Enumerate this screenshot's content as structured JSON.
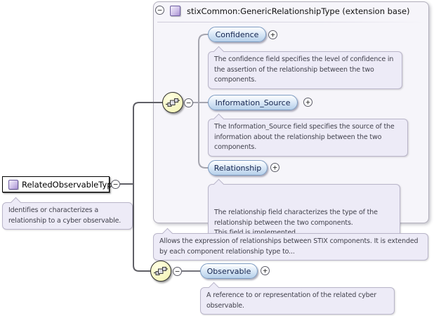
{
  "glyphs": {
    "collapse": "−",
    "expand": "+"
  },
  "icons": {
    "complex_type": "purple-gradient-square",
    "sequence": "yellow-circle-chain",
    "collapse": "minus-in-circle",
    "expand": "plus-in-circle"
  },
  "colors": {
    "panel_fill": "#f6f5fa",
    "doc_fill": "#edebf7",
    "pill_fill": "#b6d0ea",
    "pill_border": "#7d9cc2",
    "sequence_fill": "#f6f6bf",
    "type_icon_fill": "#a990d2"
  },
  "root": {
    "label": "RelatedObservableType",
    "doc": "Identifies or characterizes a relationship to a cyber observable."
  },
  "extension": {
    "title": "stixCommon:GenericRelationshipType (extension base)",
    "annotation": "Allows the expression of relationships between STIX components. It is extended by each component relationship type to...",
    "elements": [
      {
        "label": "Confidence",
        "doc": "The confidence field specifies the level of confidence in the assertion of the relationship between the two components."
      },
      {
        "label": "Information_Source",
        "doc": "The Information_Source field specifies the source of the information about the relationship between the two components."
      },
      {
        "label": "Relationship",
        "doc": "The relationship field characterizes the type of the relationship between the two components.\nThis field is implemented..."
      }
    ]
  },
  "observable_group": {
    "elements": [
      {
        "label": "Observable",
        "doc": "A reference to or representation of the related cyber observable."
      }
    ]
  }
}
